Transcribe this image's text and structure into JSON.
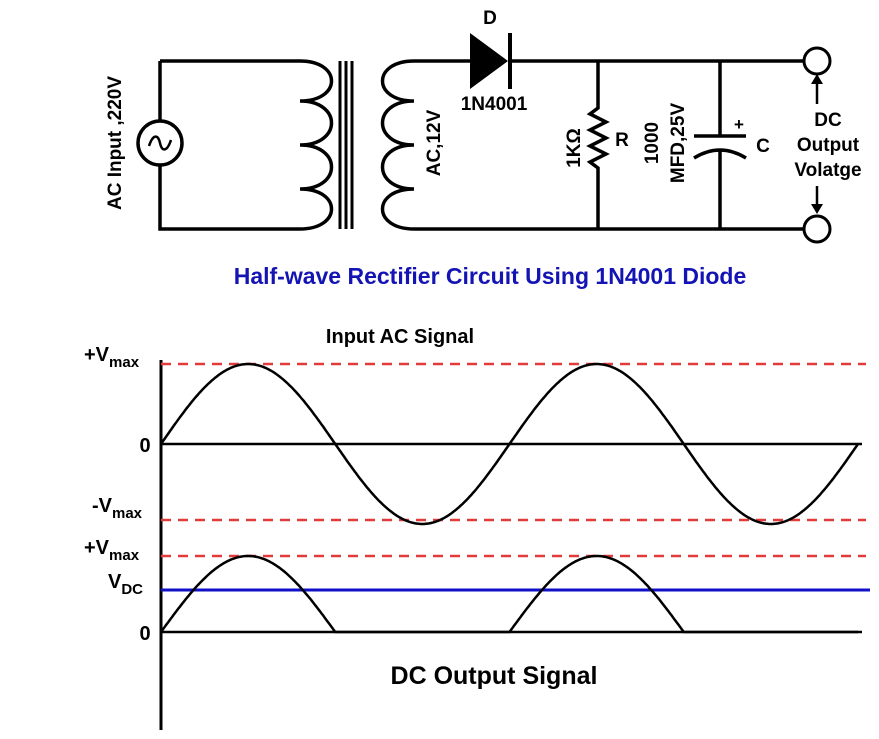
{
  "circuit": {
    "ac_input_label": "AC Input ,220V",
    "source_symbol": "~",
    "secondary_label": "AC,12V",
    "diode_name": "D",
    "diode_part": "1N4001",
    "resistor_value": "1KΩ",
    "resistor_name": "R",
    "capacitor_value_line1": "1000",
    "capacitor_value_line2": "MFD,25V",
    "capacitor_polarity": "+",
    "capacitor_name": "C",
    "output_label_line1": "DC",
    "output_label_line2": "Output",
    "output_label_line3": "Volatge"
  },
  "title": "Half-wave Rectifier Circuit Using 1N4001 Diode",
  "colors": {
    "title": "#1414b4",
    "dashed_lines": "#e23b3b",
    "vdc_line": "#1010c8",
    "ink": "#000000"
  },
  "waveforms": {
    "input": {
      "title": "Input AC Signal",
      "vmax_plus_main": "+V",
      "vmax_plus_sub": "max",
      "zero": "0",
      "vmax_minus_main": "-V",
      "vmax_minus_sub": "max"
    },
    "output": {
      "title": "DC Output Signal",
      "vmax_plus_main": "+V",
      "vmax_plus_sub": "max",
      "vdc_main": "V",
      "vdc_sub": "DC",
      "zero": "0"
    }
  },
  "chart_data": [
    {
      "type": "line",
      "title": "Input AC Signal",
      "series": [
        {
          "shape": "sine",
          "cycles": 2,
          "amplitude": 1,
          "start_phase": 0
        }
      ],
      "reference_lines": [
        {
          "label": "+Vmax",
          "value": 1,
          "style": "dashed",
          "color": "#e23b3b"
        },
        {
          "label": "0",
          "value": 0,
          "style": "solid",
          "color": "#000000"
        },
        {
          "label": "-Vmax",
          "value": -1,
          "style": "dashed",
          "color": "#e23b3b"
        }
      ]
    },
    {
      "type": "line",
      "title": "DC Output Signal",
      "series": [
        {
          "shape": "half-wave rectified sine",
          "cycles": 2,
          "amplitude": 1
        }
      ],
      "reference_lines": [
        {
          "label": "+Vmax",
          "value": 1,
          "style": "dashed",
          "color": "#e23b3b"
        },
        {
          "label": "VDC",
          "value": 0.55,
          "style": "solid",
          "color": "#1010c8"
        },
        {
          "label": "0",
          "value": 0,
          "style": "solid",
          "color": "#000000"
        }
      ]
    }
  ]
}
